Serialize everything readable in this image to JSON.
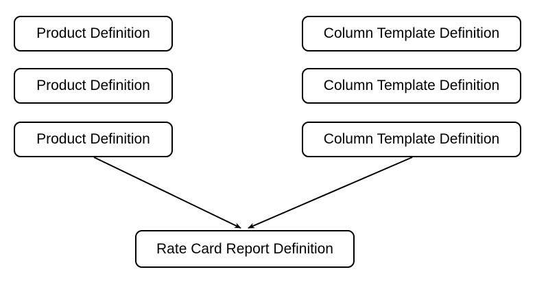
{
  "diagram": {
    "background_color": "#ffffff",
    "stroke_color": "#000000",
    "text_color": "#000000",
    "product_boxes": [
      {
        "label": "Product Definition"
      },
      {
        "label": "Product Definition"
      },
      {
        "label": "Product Definition"
      }
    ],
    "column_template_boxes": [
      {
        "label": "Column Template Definition"
      },
      {
        "label": "Column Template Definition"
      },
      {
        "label": "Column Template Definition"
      }
    ],
    "rate_card_box": {
      "label": "Rate Card Report Definition"
    },
    "connectors": [
      {
        "from": "product-definition-3",
        "to": "rate-card-report-definition",
        "arrowhead": "end"
      },
      {
        "from": "column-template-definition-3",
        "to": "rate-card-report-definition",
        "arrowhead": "end"
      }
    ]
  }
}
